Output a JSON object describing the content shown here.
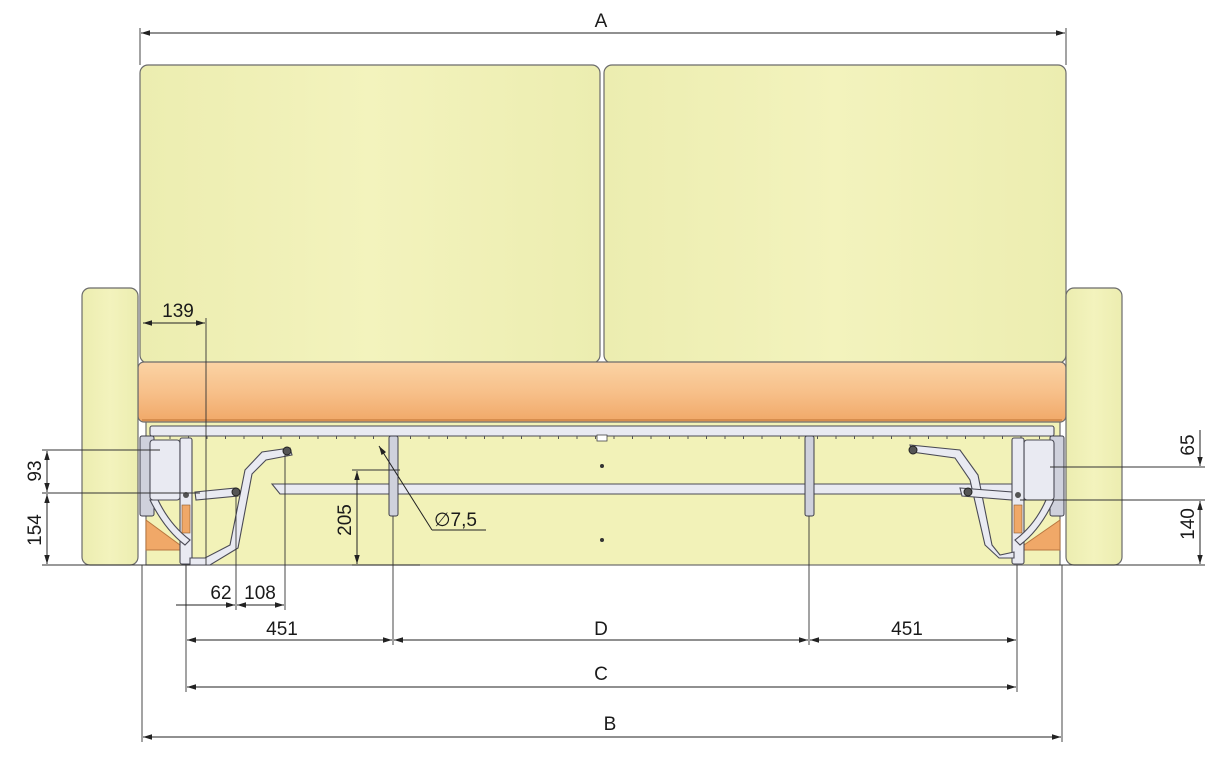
{
  "labels": {
    "A": "A",
    "B": "B",
    "C": "C",
    "D": "D",
    "d139": "139",
    "d93": "93",
    "d154": "154",
    "d205": "205",
    "d62": "62",
    "d108": "108",
    "d451_left": "451",
    "d451_right": "451",
    "d65": "65",
    "d140": "140",
    "diameter": "∅7,5"
  },
  "colors": {
    "cushion": "#f2f2b8",
    "seat_front": "#f8c58f",
    "seat_front_shade": "#f3b37a",
    "frame_edge": "#f0a868",
    "metal": "#e9eaf2",
    "line": "#222222"
  }
}
